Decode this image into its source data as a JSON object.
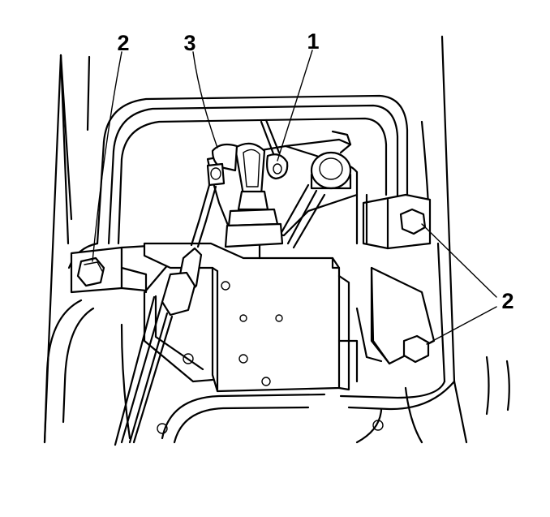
{
  "callouts": {
    "c1": "1",
    "c2_left": "2",
    "c2_right": "2",
    "c3": "3"
  },
  "colors": {
    "line": "#000000",
    "background": "#ffffff",
    "shade": "#d6d6d6"
  }
}
